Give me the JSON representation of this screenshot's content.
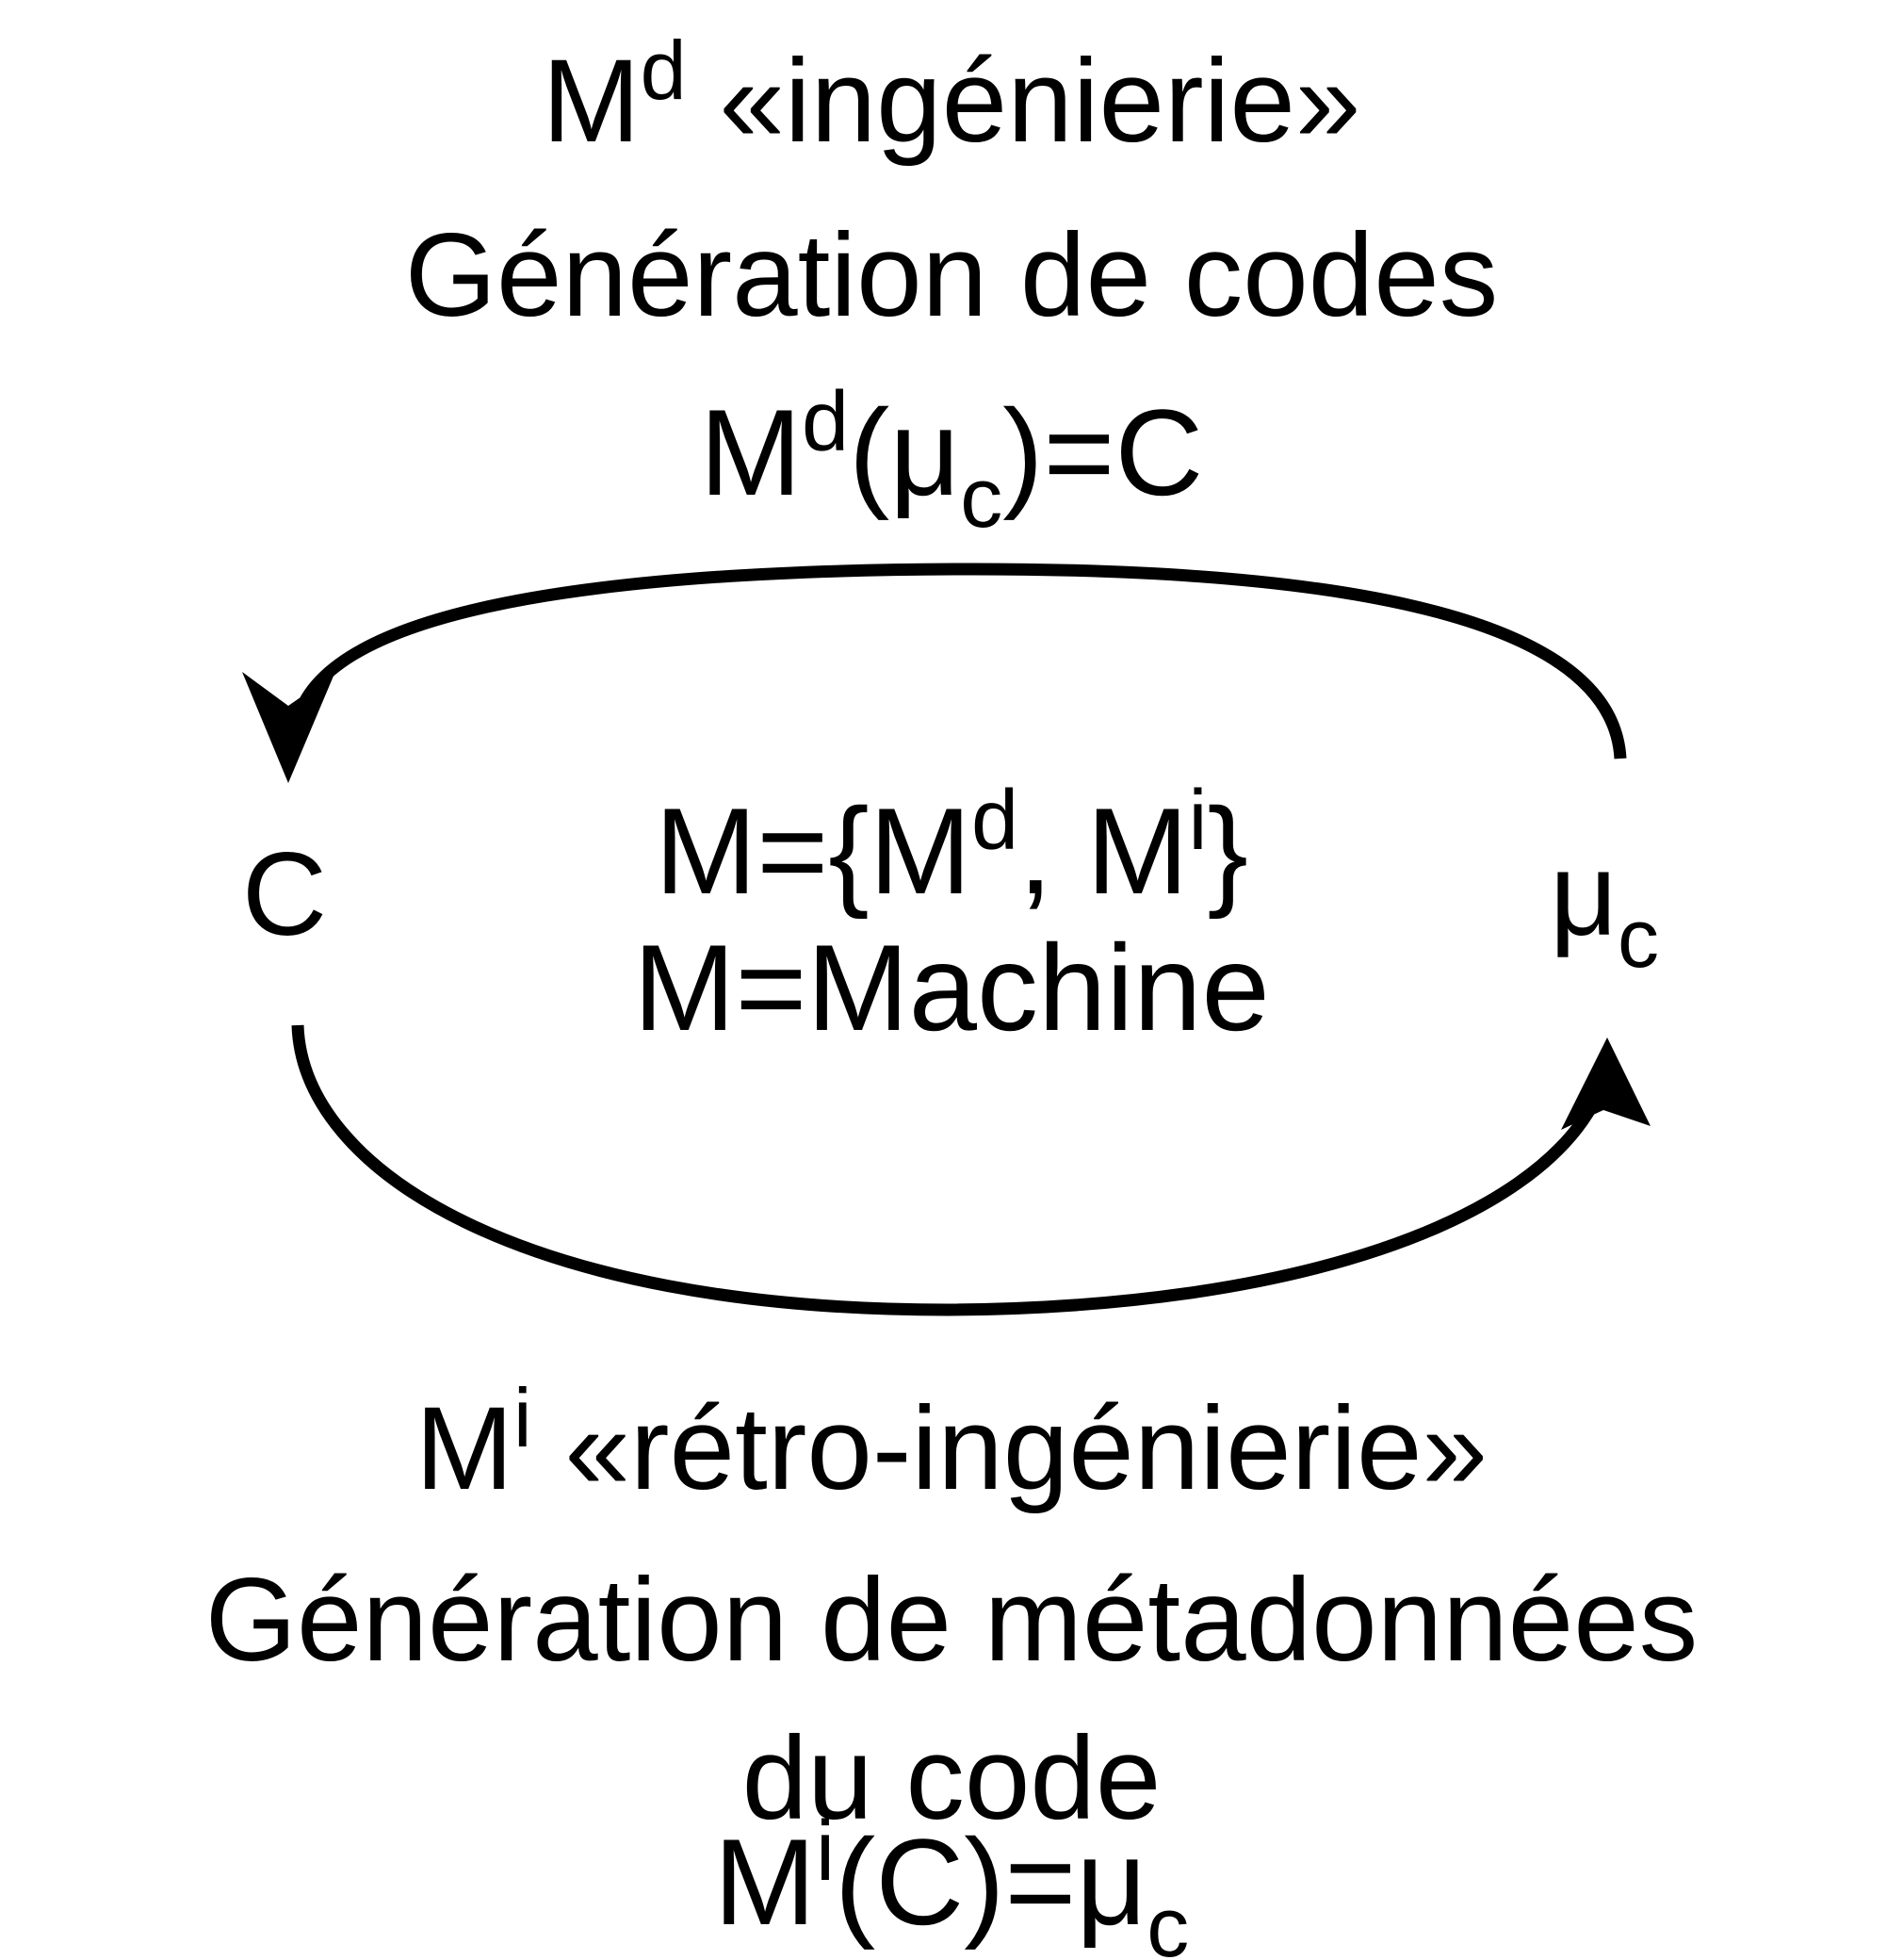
{
  "page": {
    "background": "#ffffff",
    "ink": "#000000"
  },
  "top_block": {
    "m": "M",
    "sup_d": "d",
    "line1_rest": " «ingénierie»",
    "line2": "Génération de codes",
    "formula": {
      "m": "M",
      "sup_d": "d",
      "open_mu": "(μ",
      "sub_c": "c",
      "close_eq": ")=C"
    }
  },
  "cycle": {
    "left_node": "C",
    "right_node": {
      "mu": "μ",
      "sub_c": "c"
    },
    "center_line1": {
      "a": "M={M",
      "sup_d": "d",
      "b": ", M",
      "sup_i": "i",
      "c": "}"
    },
    "center_line2": "M=Machine"
  },
  "bottom_block": {
    "m": "M",
    "sup_i": "i",
    "line1_rest": " «rétro-ingénierie»",
    "line2": "Génération de métadonnées",
    "line3": "du code",
    "formula": {
      "m": "M",
      "sup_i": "i",
      "mid": "(C)=μ",
      "sub_c": "c"
    }
  }
}
